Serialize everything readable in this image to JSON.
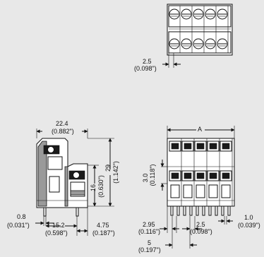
{
  "top_view": {
    "pitch_metric": "2.5",
    "pitch_imperial": "(0.098\")"
  },
  "side_view": {
    "width_metric": "22.4",
    "width_imperial": "(0.882\")",
    "height_metric": "29",
    "height_imperial": "(1.142\")",
    "mid_height_metric": "16",
    "mid_height_imperial": "(0.630\")",
    "pin_metric": "0.8",
    "pin_imperial": "(0.031\")",
    "pin_span_metric": "15.2",
    "pin_span_imperial": "(0.598\")",
    "offset_metric": "4.75",
    "offset_imperial": "(0.187\")"
  },
  "front_view": {
    "overall_label": "A",
    "tier_metric": "3.0",
    "tier_imperial": "(0.118\")",
    "edge_metric": "2.95",
    "edge_imperial": "(0.116\")",
    "pitch_metric": "2.5",
    "pitch_imperial": "(0.098\")",
    "pin_metric": "1.0",
    "pin_imperial": "(0.039\")",
    "row_pitch_metric": "5",
    "row_pitch_imperial": "(0.197\")"
  }
}
